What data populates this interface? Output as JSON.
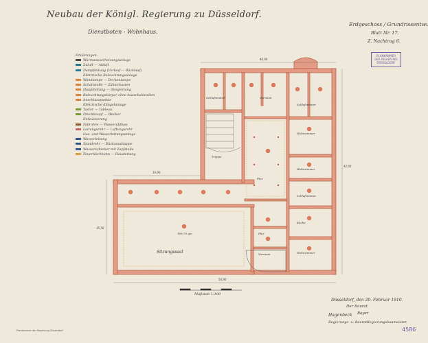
{
  "header": {
    "title": "Neubau der Königl. Regierung zu Düsseldorf.",
    "subtitle": "Dienstboten - Wohnhaus.",
    "top_right": "Erdgeschoss / Grundrissentwurf.",
    "sheet_no": "Blatt Nr. 17.",
    "sheet_ref": "Z. Nachtrag 6."
  },
  "stamp": {
    "lines": [
      "PLANKAMMER",
      "DER REGIERUNG",
      "DÜSSELDORF"
    ]
  },
  "legend": {
    "heading": "Erklärungen.",
    "items": [
      "Warmwasserheizungsanlage",
      "Zuluft — Abluft",
      "Dampfleitung (Vorlauf — Rücklauf)",
      "Elektrische Beleuchtungsanlage",
      "Wandlampe — Deckenlampe",
      "Schaltstelle — Zählerkasten",
      "Hauptleitung — Steigleitung",
      "Beleuchtungskörper ohne Ausschaltstellen",
      "Anschlusspunkte",
      "Elektrische Klingelanlage",
      "Taster — Tableau",
      "Druckknopf — Wecker",
      "Entwässerung",
      "Fallrohre — Wasserabfluss",
      "Leitungsrohr — Luftungsrohr",
      "Gas- und Wasserleitungsanlage",
      "Wasserleitung",
      "Standrohr — Rückstauklappe",
      "Wasserschieber mit Zapfstelle",
      "Feuerlöschhahn — Hausleitung"
    ]
  },
  "plan": {
    "hall_label": "Sitzungssaal",
    "hall_area": "199,70 qm",
    "rooms": [
      "Vorraum",
      "Wohnzimmer",
      "Flur",
      "Wohnzimmer",
      "Schlafzimmer",
      "Küche",
      "Wohnzimmer",
      "Schlafzimmer",
      "Flur",
      "Vorraum",
      "Schlafzimmer",
      "Treppe"
    ]
  },
  "dimensions": {
    "top": "46,90",
    "right": "42,00",
    "bottom": "54,90",
    "left_wing": "16,60",
    "hall_width": "15,56"
  },
  "footer": {
    "scale": "Maßstab 1:100",
    "date_line": "Düsseldorf, den 20. Februar 1910.",
    "role1": "Der Baurat.",
    "name1": "Bayer",
    "sig_left": "Hagenbeck",
    "sig_left_title": "Regierungs- u. Baurat.",
    "sig_right_title": "Regierungsbaumeister.",
    "catalog_no": "4586",
    "print_note": "Plankammer der Regierung Düsseldorf"
  },
  "colors": {
    "wall": "#e7a08a",
    "wall_stroke": "#b55a3e",
    "paper": "#efe9dc",
    "ink": "#3a3a3a",
    "stamp": "#6b5fa0"
  }
}
